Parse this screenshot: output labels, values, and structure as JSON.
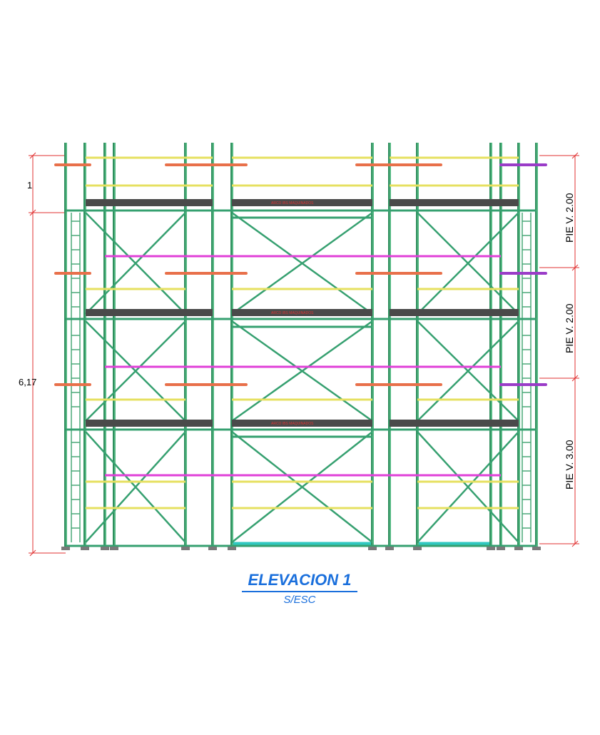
{
  "drawing": {
    "dimension_total": "6,17",
    "dimension_top": "1",
    "lift_labels": [
      "PIE V. 2.00",
      "PIE V. 2.00",
      "PIE V. 3.00"
    ],
    "deck_labels": [
      "ARCO IBS MAQUINADOS",
      "ARCO IBS MAQUINADOS",
      "ARCO IBS MAQUINADOS"
    ],
    "colors": {
      "standards": "#2f8f5e",
      "frame": "#36a070",
      "ledger_yellow": "#e6e060",
      "ledger_magenta": "#e040d8",
      "ledger_orange": "#e8704a",
      "deck": "#4a4a4a",
      "base_cyan": "#30c8c0",
      "dimension": "#e03030",
      "title": "#1a6fdc"
    }
  },
  "title": {
    "main": "ELEVACION 1",
    "scale": "S/ESC"
  }
}
